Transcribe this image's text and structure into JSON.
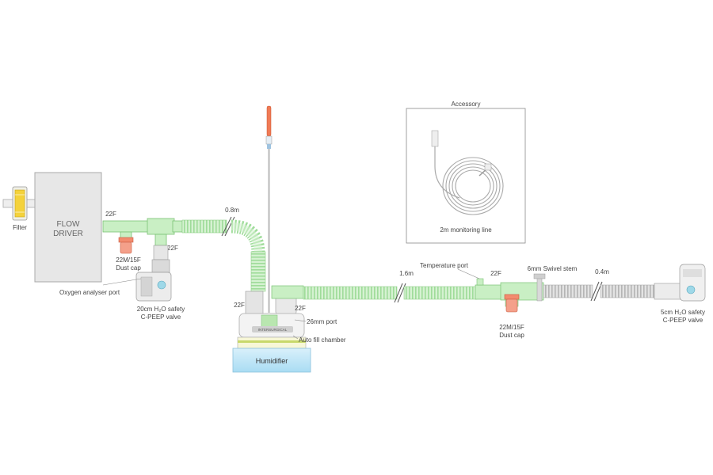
{
  "flow_driver": {
    "line1": "FLOW",
    "line2": "DRIVER"
  },
  "labels": {
    "filter": "Filter",
    "oxygen_port": "Oxygen analyser port",
    "left_22f_top": "22F",
    "left_22f_mid": "22F",
    "dust_cap_left_1": "22M/15F",
    "dust_cap_left_2": "Dust cap",
    "peep20_1": "20cm H₂O safety",
    "peep20_2": "C-PEEP valve",
    "tube_08": "0.8m",
    "hum_22f_left": "22F",
    "hum_22f_right": "22F",
    "port_26mm": "26mm port",
    "auto_fill": "Auto fill chamber",
    "humidifier": "Humidifier",
    "humidifier_brand": "INTERSURGICAL",
    "tube_16": "1.6m",
    "temp_port": "Temperature port",
    "right_22f": "22F",
    "swivel": "6mm Swivel stem",
    "tube_04": "0.4m",
    "dust_cap_right_1": "22M/15F",
    "dust_cap_right_2": "Dust cap",
    "peep5_1": "5cm H₂O safety",
    "peep5_2": "C-PEEP valve"
  },
  "accessory": {
    "title": "Accessory",
    "caption": "2m monitoring line"
  }
}
